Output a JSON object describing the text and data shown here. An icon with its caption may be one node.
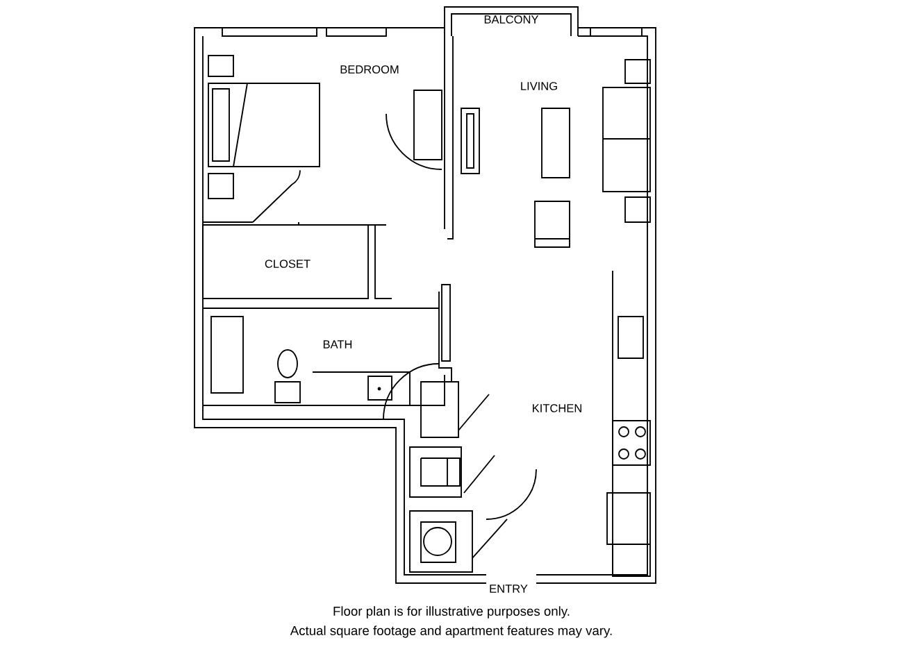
{
  "diagram": {
    "caption": "Floor plan is for illustrative purposes only.",
    "labels": [
      "BALCONY",
      "BEDROOM",
      "LIVING",
      "CLOSET",
      "BATH",
      "KITCHEN",
      "ENTRY",
      "Actual square footage and apartment features may vary."
    ]
  }
}
